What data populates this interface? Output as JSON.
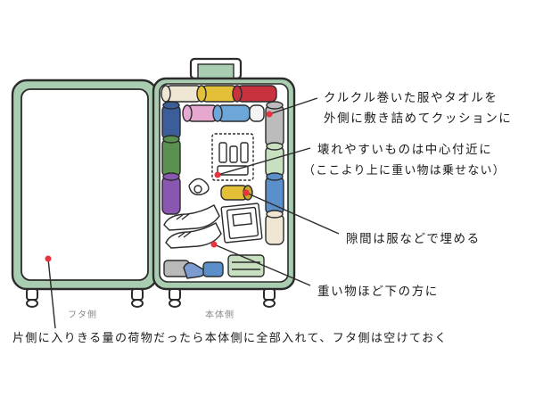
{
  "annotations": {
    "rolled_line1": "クルクル巻いた服やタオルを",
    "rolled_line2": "外側に敷き詰めてクッションに",
    "fragile_line1": "壊れやすいものは中心付近に",
    "fragile_line2": "（ここより上に重い物は乗せない）",
    "gaps": "隙間は服などで埋める",
    "heavy": "重い物ほど下の方に"
  },
  "labels": {
    "lid_side": "フタ側",
    "body_side": "本体側"
  },
  "footer": "片側に入りきる量の荷物だったら本体側に全部入れて、フタ側は空けておく",
  "colors": {
    "frame": "#a9cdb0",
    "outline": "#2b2b2b",
    "marker": "#e8343f"
  }
}
